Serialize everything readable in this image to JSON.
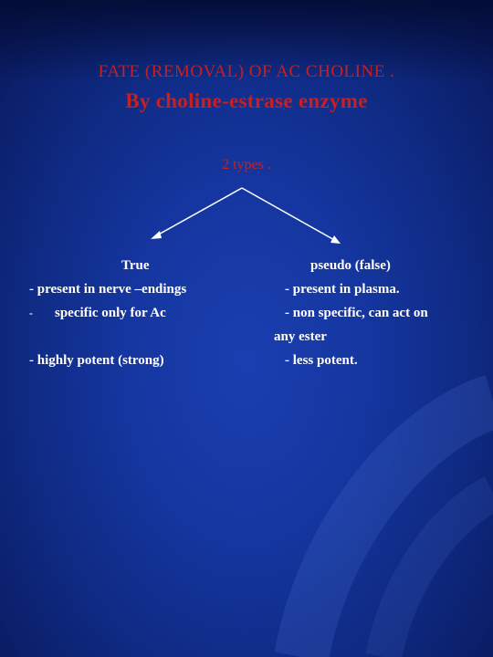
{
  "title": {
    "line1": "FATE (REMOVAL) OF AC CHOLINE .",
    "line2": "By choline-estrase  enzyme"
  },
  "types_label": "2 types .",
  "left": {
    "heading": "True",
    "items": [
      "- present in nerve –endings",
      "-",
      "specific only for Ac",
      "- highly potent (strong)"
    ]
  },
  "right": {
    "heading": "pseudo (false)",
    "items": [
      "- present in plasma.",
      "- non specific, can act on",
      "any ester",
      "- less potent."
    ]
  },
  "colors": {
    "title": "#c62020",
    "text": "#ffffff",
    "background": "#1536a0"
  }
}
